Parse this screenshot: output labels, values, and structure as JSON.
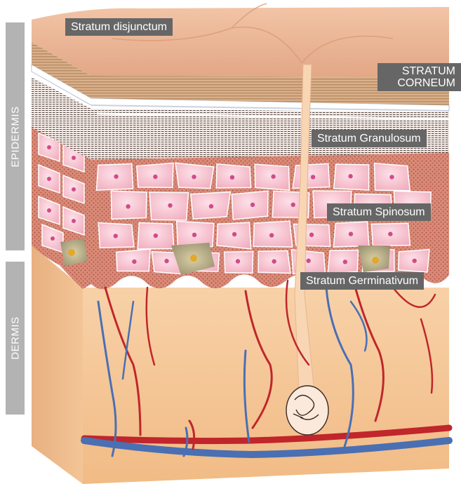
{
  "side_labels": {
    "epidermis": "EPIDERMIS",
    "dermis": "DERMIS"
  },
  "labels": {
    "stratum_disjunctum": "Stratum disjunctum",
    "stratum_corneum_line1": "STRATUM",
    "stratum_corneum_line2": "CORNEUM",
    "stratum_granulosum": "Stratum Granulosum",
    "stratum_spinosum": "Stratum Spinosum",
    "stratum_germinativum": "Stratum Germinativum"
  },
  "colors": {
    "skin_surface": "#e9b08e",
    "corneum_band": "#c9a07d",
    "cell": "#f6c3cf",
    "cell_matrix": "#c8685f",
    "dermis": "#f5c89a",
    "artery": "#c0262b",
    "vein": "#4a6fb3",
    "label_bg": "#666666",
    "side_bar": "#b3b3b3"
  }
}
